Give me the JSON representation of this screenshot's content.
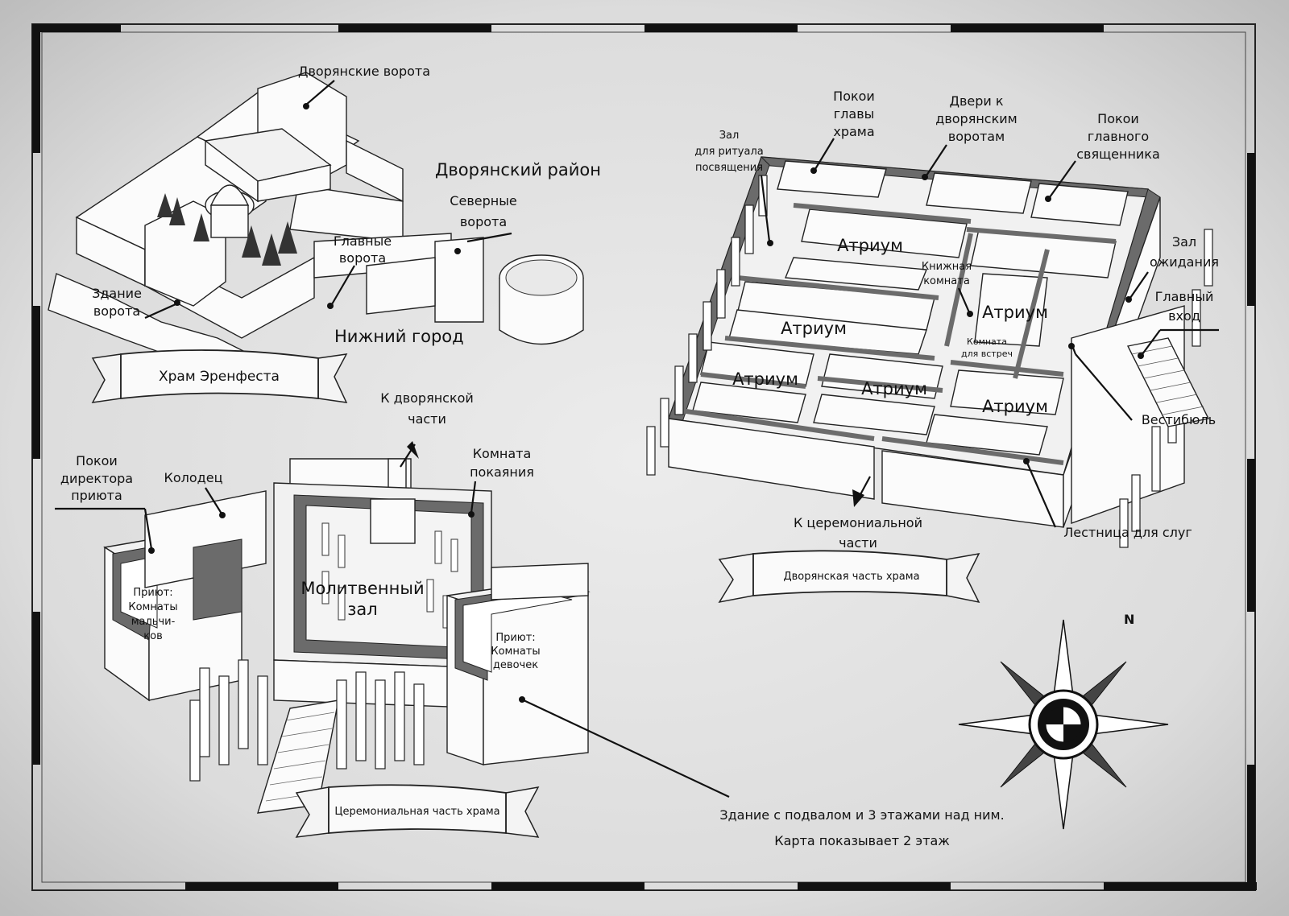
{
  "map": {
    "temple_title": "Храм Эренфеста",
    "noble_district": "Дворянский район",
    "lower_city": "Нижний город",
    "noble_gate": "Дворянские ворота",
    "north_gate": "Северные ворота",
    "main_gate": "Главные ворота",
    "gate_building": "Здание ворота",
    "to_noble_section": "К дворянской части",
    "to_ceremonial_section": "К церемониальной части",
    "noble_section_banner": "Дворянская часть храма",
    "ceremonial_section_banner": "Церемониальная часть храма",
    "orphanage_director_room": "Покои директора приюта",
    "well": "Колодец",
    "penance_room": "Комната покаяния",
    "prayer_hall": "Молитвенный зал",
    "boys_rooms": "Приют: Комнаты мальчиков",
    "girls_rooms": "Приют: Комнаты девочек",
    "dedication_hall": "Зал для ритуала посвящения",
    "high_bishop_quarters": "Покои главы храма",
    "doors_to_noble_gate": "Двери к дворянским воротам",
    "high_priest_quarters": "Покои главного священника",
    "waiting_hall": "Зал ожидания",
    "main_entrance": "Главный вход",
    "book_room": "Книжная комната",
    "meeting_room": "Комната для встреч",
    "atrium": "Атриум",
    "vestibule": "Вестибюль",
    "servants_stairs": "Лестница для слуг",
    "note_line1": "Здание с подвалом и 3 этажами над ним.",
    "note_line2": "Карта показывает 2 этаж",
    "compass_letter": "N"
  },
  "colors": {
    "paper": "#d9d9d9",
    "ink": "#111111",
    "wall": "#6b6b6b"
  }
}
